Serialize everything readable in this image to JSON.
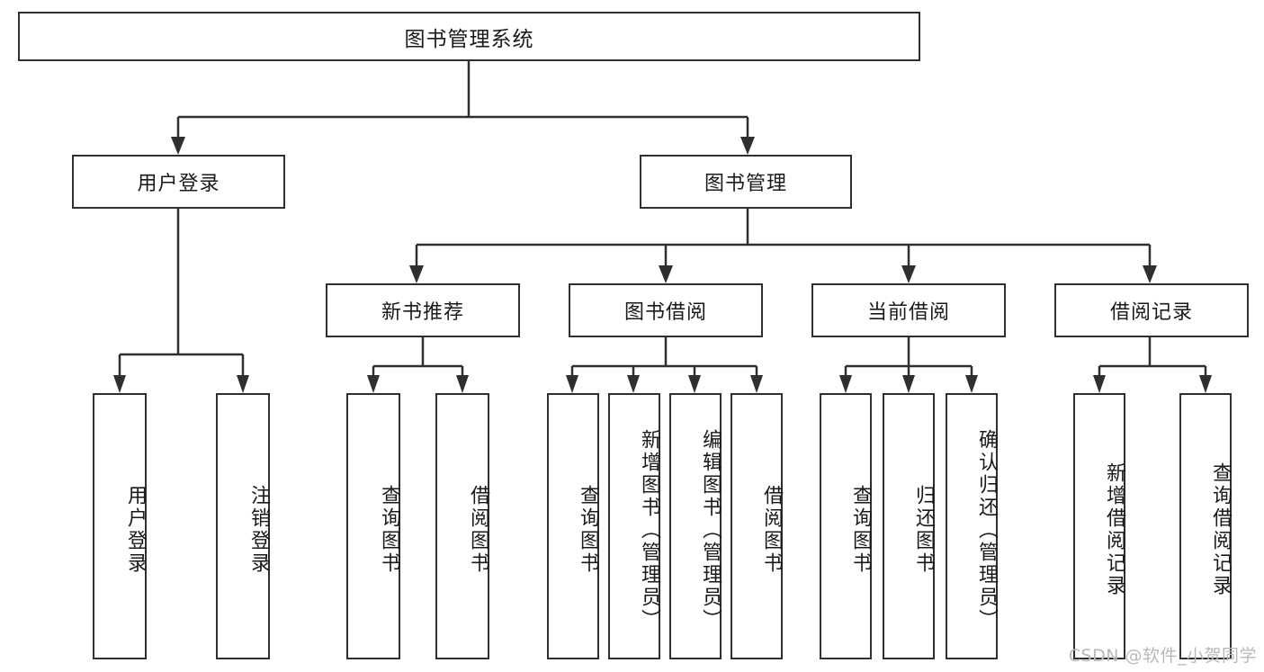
{
  "diagram": {
    "title": "图书管理系统",
    "type": "tree-hierarchy-chart",
    "watermark": "CSDN @软件_小贺同学",
    "root": {
      "label": "图书管理系统"
    },
    "level2": [
      {
        "label": "用户登录"
      },
      {
        "label": "图书管理"
      }
    ],
    "level3": [
      {
        "label": "新书推荐"
      },
      {
        "label": "图书借阅"
      },
      {
        "label": "当前借阅"
      },
      {
        "label": "借阅记录"
      }
    ],
    "leaves": {
      "user_login": [
        {
          "label": "用户登录"
        },
        {
          "label": "注销登录"
        }
      ],
      "new_book_recommend": [
        {
          "label": "查询图书"
        },
        {
          "label": "借阅图书"
        }
      ],
      "book_borrow": [
        {
          "label": "查询图书"
        },
        {
          "label": "新增图书（管理员）"
        },
        {
          "label": "编辑图书（管理员）"
        },
        {
          "label": "借阅图书"
        }
      ],
      "current_borrow": [
        {
          "label": "查询图书"
        },
        {
          "label": "归还图书"
        },
        {
          "label": "确认归还（管理员）"
        }
      ],
      "borrow_record": [
        {
          "label": "新增借阅记录"
        },
        {
          "label": "查询借阅记录"
        }
      ]
    },
    "colors": {
      "stroke": "#2f2f2f",
      "fill": "#ffffff",
      "text": "#1a1a1a",
      "watermark": "#b9b9b9"
    }
  }
}
